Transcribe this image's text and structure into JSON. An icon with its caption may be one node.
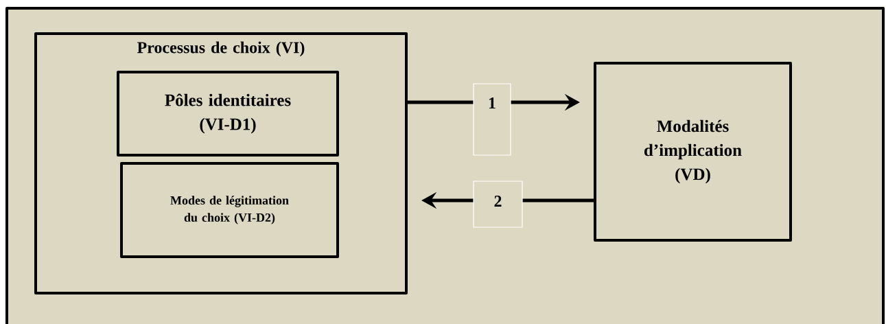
{
  "diagram": {
    "nodes": [
      {
        "text": [
          "Processus de choix (VI)"
        ]
      },
      {
        "text": [
          "Pôles identitaires (VI-D1)"
        ],
        "in": 0
      },
      {
        "text": [
          "Modes de légitimation du choix (VI-D2)"
        ],
        "in": 0
      },
      {
        "text": [
          "Modalités d’implication (VD)"
        ]
      }
    ],
    "edges": [
      {
        "from": 0,
        "to": 3,
        "arrow": "to",
        "label": "1"
      },
      {
        "from": 3,
        "to": 0,
        "arrow": "to",
        "label": "2"
      }
    ]
  }
}
